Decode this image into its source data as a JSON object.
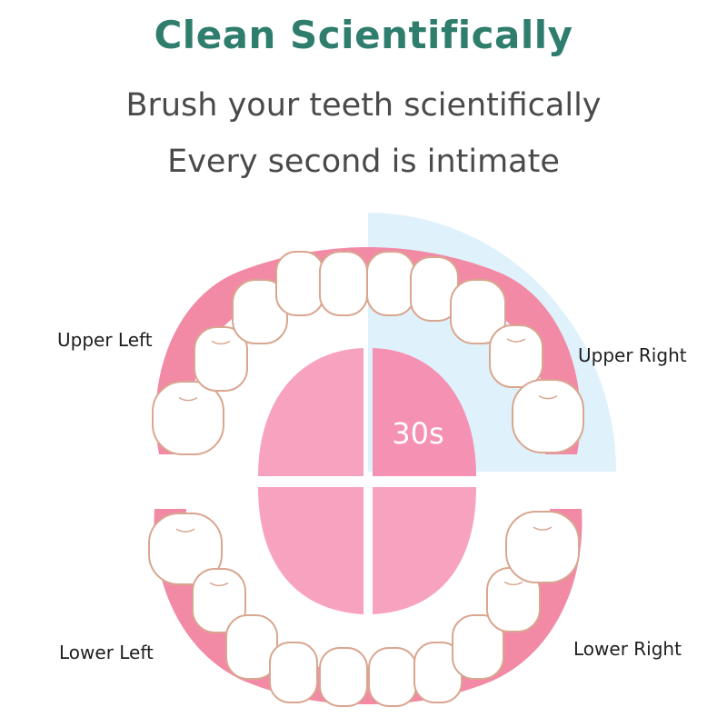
{
  "header": {
    "title": "Clean Scientifically",
    "line1": "Brush your teeth scientifically",
    "line2": "Every second is intimate"
  },
  "quadrants": {
    "upper_left": "Upper Left",
    "upper_right": "Upper Right",
    "lower_left": "Lower Left",
    "lower_right": "Lower Right",
    "active": "upper_right"
  },
  "timer": {
    "label": "30s"
  },
  "colors": {
    "title": "#2e7d6d",
    "text": "#4a4a4a",
    "gum": "#f28aa5",
    "tongue": "#f7a3bf",
    "tongue_active": "#f591b3",
    "highlight": "#dff2fb",
    "tooth_fill": "#ffffff",
    "tooth_outline": "#d9a690"
  }
}
